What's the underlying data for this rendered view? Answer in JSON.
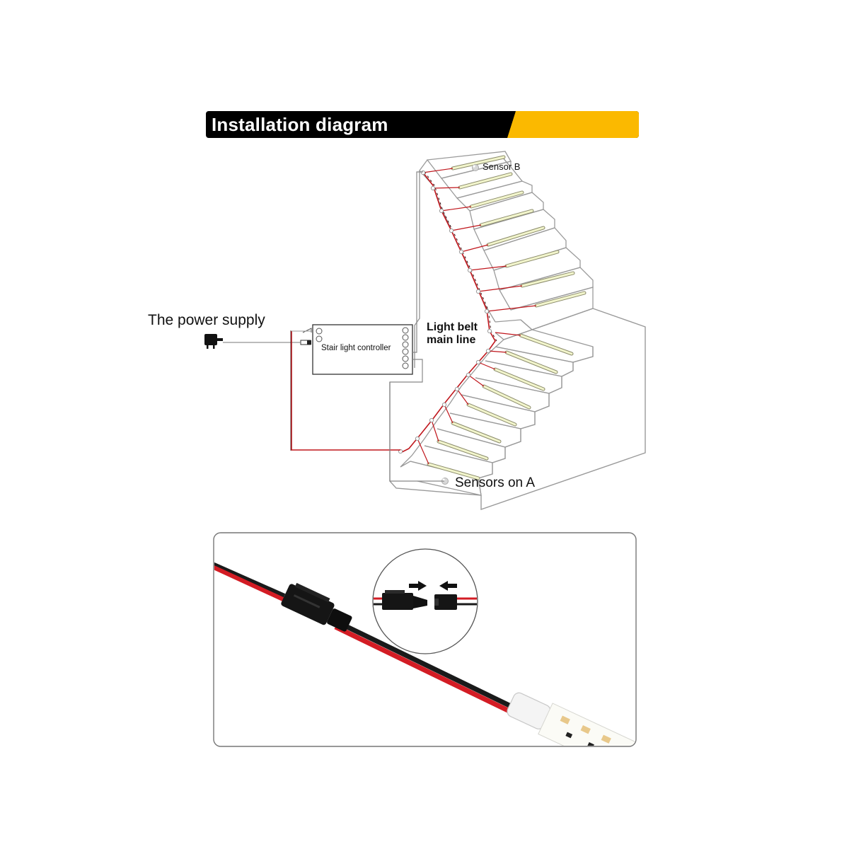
{
  "title": "Installation diagram",
  "labels": {
    "power_supply": "The power supply",
    "controller": "Stair light controller",
    "main_line_1": "Light belt",
    "main_line_2": "main line",
    "sensor_b": "Sensor B",
    "sensor_a": "Sensors on A"
  },
  "colors": {
    "title_bar": "#000000",
    "accent": "#fbb900",
    "wire_red": "#c0161c",
    "wire_dark": "#3a1010",
    "stair_outline": "#9a9a9a",
    "led_strip": "#f2f5cc"
  },
  "icons": [
    "power-adapter-icon",
    "sensor-icon",
    "connector-plug-icon",
    "arrow-right-icon",
    "arrow-left-icon"
  ]
}
